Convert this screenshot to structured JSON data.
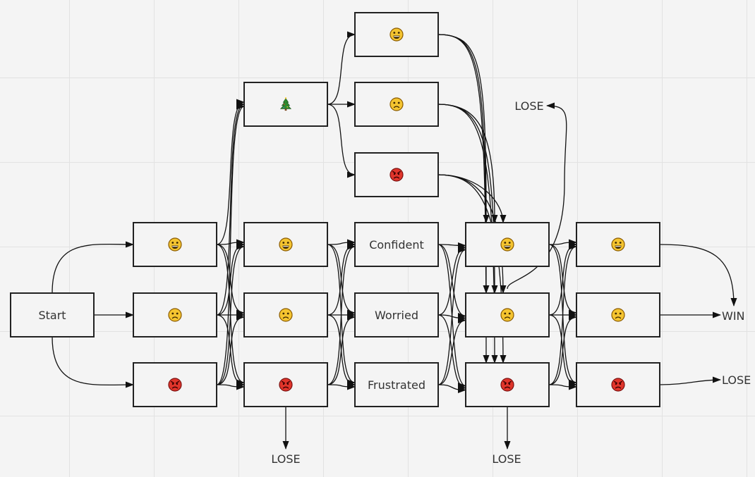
{
  "nodes": [
    {
      "id": "start",
      "label": "Start"
    },
    {
      "id": "c1-happy",
      "icon": "happy-face"
    },
    {
      "id": "c1-worried",
      "icon": "worried-face"
    },
    {
      "id": "c1-angry",
      "icon": "angry-face"
    },
    {
      "id": "c2-tree",
      "icon": "christmas-tree"
    },
    {
      "id": "c2-happy",
      "icon": "happy-face"
    },
    {
      "id": "c2-worried",
      "icon": "worried-face"
    },
    {
      "id": "c2-angry",
      "icon": "angry-face"
    },
    {
      "id": "top-happy",
      "icon": "happy-face"
    },
    {
      "id": "top-worried",
      "icon": "worried-face"
    },
    {
      "id": "top-angry",
      "icon": "angry-face"
    },
    {
      "id": "confident",
      "label": "Confident"
    },
    {
      "id": "worried",
      "label": "Worried"
    },
    {
      "id": "frustrated",
      "label": "Frustrated"
    },
    {
      "id": "c4-happy",
      "icon": "happy-face"
    },
    {
      "id": "c4-worried",
      "icon": "worried-face"
    },
    {
      "id": "c4-angry",
      "icon": "angry-face"
    },
    {
      "id": "c5-happy",
      "icon": "happy-face"
    },
    {
      "id": "c5-worried",
      "icon": "worried-face"
    },
    {
      "id": "c5-angry",
      "icon": "angry-face"
    }
  ],
  "outcomes": [
    {
      "id": "lose-c2-bottom",
      "label": "LOSE"
    },
    {
      "id": "lose-c4-bottom",
      "label": "LOSE"
    },
    {
      "id": "lose-top",
      "label": "LOSE"
    },
    {
      "id": "win",
      "label": "WIN"
    },
    {
      "id": "lose-right",
      "label": "LOSE"
    }
  ],
  "colors": {
    "happy_face": "#f4c430",
    "worried_face": "#f4c430",
    "angry_face": "#e0352b",
    "tree": "#2e8b2e",
    "stroke": "#222222"
  },
  "edges": [
    [
      "start",
      "c1-happy"
    ],
    [
      "start",
      "c1-worried"
    ],
    [
      "start",
      "c1-angry"
    ],
    [
      "c1-happy",
      "c2-tree"
    ],
    [
      "c1-happy",
      "c2-happy"
    ],
    [
      "c1-happy",
      "c2-worried"
    ],
    [
      "c1-happy",
      "c2-angry"
    ],
    [
      "c1-worried",
      "c2-tree"
    ],
    [
      "c1-worried",
      "c2-happy"
    ],
    [
      "c1-worried",
      "c2-worried"
    ],
    [
      "c1-worried",
      "c2-angry"
    ],
    [
      "c1-angry",
      "c2-tree"
    ],
    [
      "c1-angry",
      "c2-happy"
    ],
    [
      "c1-angry",
      "c2-worried"
    ],
    [
      "c1-angry",
      "c2-angry"
    ],
    [
      "c2-tree",
      "top-happy"
    ],
    [
      "c2-tree",
      "top-worried"
    ],
    [
      "c2-tree",
      "top-angry"
    ],
    [
      "c2-happy",
      "confident"
    ],
    [
      "c2-happy",
      "worried"
    ],
    [
      "c2-happy",
      "frustrated"
    ],
    [
      "c2-worried",
      "confident"
    ],
    [
      "c2-worried",
      "worried"
    ],
    [
      "c2-worried",
      "frustrated"
    ],
    [
      "c2-angry",
      "confident"
    ],
    [
      "c2-angry",
      "worried"
    ],
    [
      "c2-angry",
      "frustrated"
    ],
    [
      "c2-angry",
      "lose-c2-bottom"
    ],
    [
      "top-happy",
      "c4-happy"
    ],
    [
      "top-happy",
      "c4-worried"
    ],
    [
      "top-happy",
      "c4-angry"
    ],
    [
      "top-worried",
      "c4-happy"
    ],
    [
      "top-worried",
      "c4-worried"
    ],
    [
      "top-worried",
      "c4-angry"
    ],
    [
      "top-angry",
      "c4-happy"
    ],
    [
      "top-angry",
      "c4-worried"
    ],
    [
      "top-angry",
      "c4-angry"
    ],
    [
      "confident",
      "c4-happy"
    ],
    [
      "confident",
      "c4-worried"
    ],
    [
      "confident",
      "c4-angry"
    ],
    [
      "worried",
      "c4-happy"
    ],
    [
      "worried",
      "c4-worried"
    ],
    [
      "worried",
      "c4-angry"
    ],
    [
      "frustrated",
      "c4-happy"
    ],
    [
      "frustrated",
      "c4-worried"
    ],
    [
      "frustrated",
      "c4-angry"
    ],
    [
      "c4-happy",
      "c5-happy"
    ],
    [
      "c4-happy",
      "c5-worried"
    ],
    [
      "c4-happy",
      "c5-angry"
    ],
    [
      "c4-worried",
      "c5-happy"
    ],
    [
      "c4-worried",
      "c5-worried"
    ],
    [
      "c4-worried",
      "c5-angry"
    ],
    [
      "c4-angry",
      "c5-happy"
    ],
    [
      "c4-angry",
      "c5-worried"
    ],
    [
      "c4-angry",
      "c5-angry"
    ],
    [
      "c4-worried",
      "lose-top"
    ],
    [
      "c4-angry",
      "lose-c4-bottom"
    ],
    [
      "c5-happy",
      "win"
    ],
    [
      "c5-worried",
      "win"
    ],
    [
      "c5-angry",
      "lose-right"
    ]
  ]
}
